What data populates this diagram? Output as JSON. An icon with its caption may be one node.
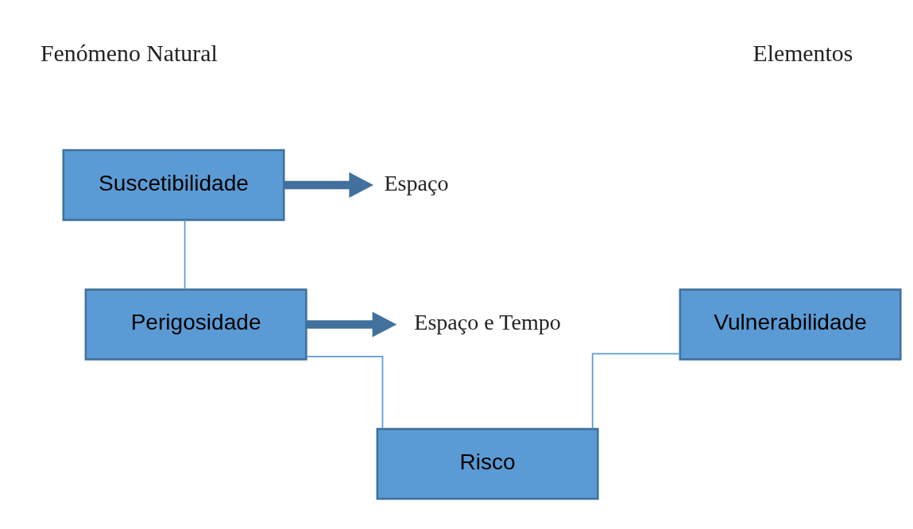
{
  "diagram": {
    "nodes": [
      {
        "text": [
          "Suscetibilidade"
        ]
      },
      {
        "text": [
          "Perigosidade"
        ]
      },
      {
        "text": [
          "Vulnerabilidade"
        ]
      },
      {
        "text": [
          "Risco"
        ]
      },
      {
        "text": [
          "Espaço"
        ]
      },
      {
        "text": [
          "Espaço e Tempo"
        ]
      }
    ],
    "edges": [
      {
        "from": 0,
        "to": 1,
        "arrow": "none"
      },
      {
        "from": 0,
        "to": 4,
        "arrow": "to",
        "style": "thick"
      },
      {
        "from": 1,
        "to": 5,
        "arrow": "to",
        "style": "thick"
      },
      {
        "from": 1,
        "to": 3,
        "arrow": "none"
      },
      {
        "from": 2,
        "to": 3,
        "arrow": "none"
      }
    ],
    "labels": [
      "Fenómeno Natural",
      "Elementos"
    ]
  }
}
